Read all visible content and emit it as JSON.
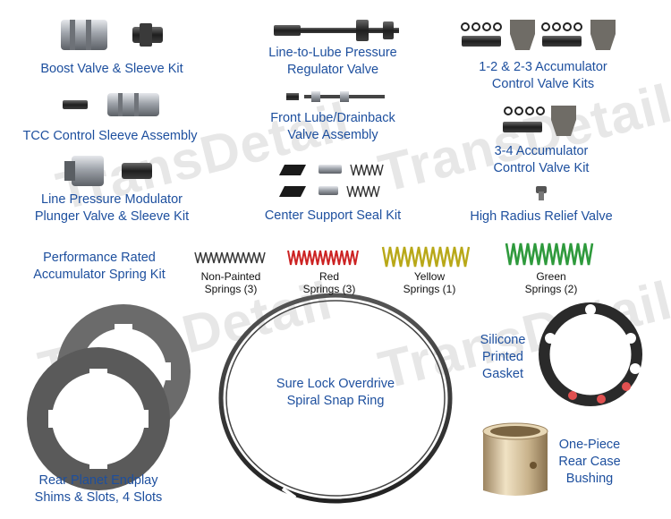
{
  "watermark": "TransDetail",
  "labels": {
    "boost_valve": "Boost Valve & Sleeve Kit",
    "tcc_sleeve": "TCC Control Sleeve Assembly",
    "line_pressure_l1": "Line Pressure Modulator",
    "line_pressure_l2": "Plunger Valve & Sleeve Kit",
    "line_to_lube_l1": "Line-to-Lube Pressure",
    "line_to_lube_l2": "Regulator Valve",
    "front_lube_l1": "Front Lube/Drainback",
    "front_lube_l2": "Valve Assembly",
    "center_support": "Center Support Seal Kit",
    "accum_12_23_l1": "1-2 & 2-3 Accumulator",
    "accum_12_23_l2": "Control Valve Kits",
    "accum_34_l1": "3-4 Accumulator",
    "accum_34_l2": "Control Valve Kit",
    "relief_valve": "High Radius Relief Valve",
    "spring_kit_l1": "Performance Rated",
    "spring_kit_l2": "Accumulator Spring Kit",
    "snap_ring_l1": "Sure Lock Overdrive",
    "snap_ring_l2": "Spiral Snap Ring",
    "gasket_l1": "Silicone",
    "gasket_l2": "Printed",
    "gasket_l3": "Gasket",
    "shims_l1": "Rear Planet Endplay",
    "shims_l2": "Shims & Slots, 4 Slots",
    "bushing_l1": "One-Piece",
    "bushing_l2": "Rear Case",
    "bushing_l3": "Bushing"
  },
  "springs": [
    {
      "name_l1": "Non-Painted",
      "name_l2": "Springs (3)",
      "color": "#3a3a3a"
    },
    {
      "name_l1": "Red",
      "name_l2": "Springs (3)",
      "color": "#cc2222"
    },
    {
      "name_l1": "Yellow",
      "name_l2": "Springs (1)",
      "color": "#b8a818"
    },
    {
      "name_l1": "Green",
      "name_l2": "Springs (2)",
      "color": "#2e9a3c"
    }
  ],
  "colors": {
    "label_blue": "#1d4f9e",
    "steel_dark": "#2b2b2b",
    "steel_light": "#b9bcc2",
    "bronze": "#c8b28a",
    "gasket_black": "#2a2a2a",
    "gasket_hole_red": "#e05050"
  }
}
